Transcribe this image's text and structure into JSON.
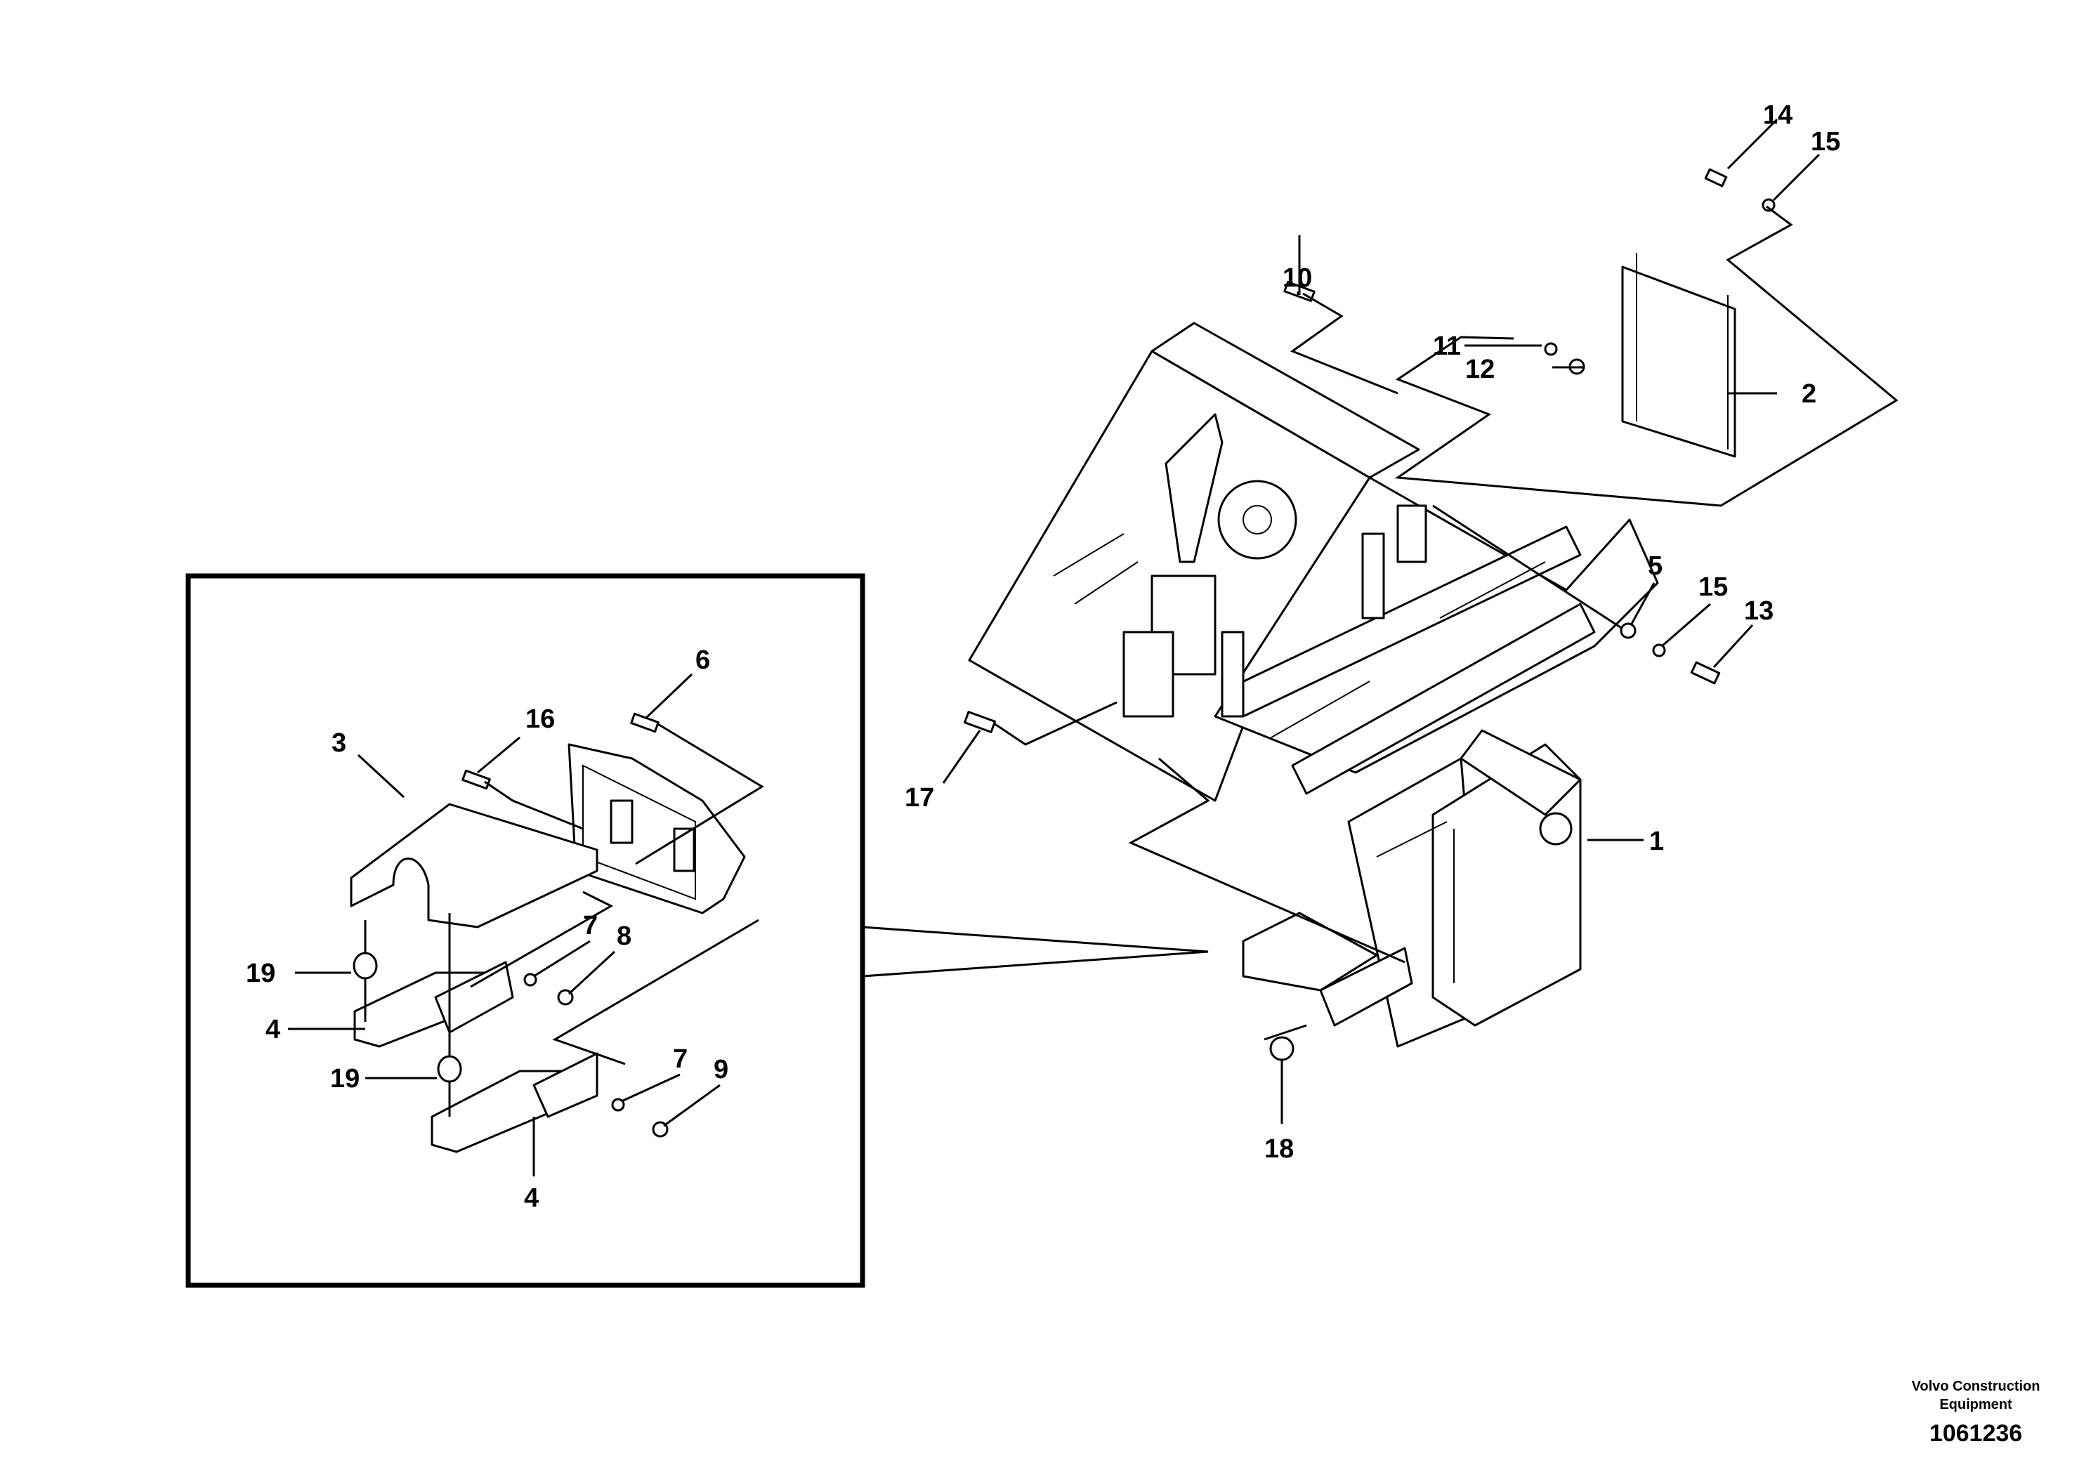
{
  "callouts": [
    {
      "id": "1",
      "text": "1"
    },
    {
      "id": "2",
      "text": "2"
    },
    {
      "id": "3",
      "text": "3"
    },
    {
      "id": "4a",
      "text": "4"
    },
    {
      "id": "4b",
      "text": "4"
    },
    {
      "id": "5",
      "text": "5"
    },
    {
      "id": "6",
      "text": "6"
    },
    {
      "id": "7a",
      "text": "7"
    },
    {
      "id": "7b",
      "text": "7"
    },
    {
      "id": "8",
      "text": "8"
    },
    {
      "id": "9",
      "text": "9"
    },
    {
      "id": "10",
      "text": "10"
    },
    {
      "id": "11",
      "text": "11"
    },
    {
      "id": "12",
      "text": "12"
    },
    {
      "id": "13",
      "text": "13"
    },
    {
      "id": "14",
      "text": "14"
    },
    {
      "id": "15a",
      "text": "15"
    },
    {
      "id": "15b",
      "text": "15"
    },
    {
      "id": "16",
      "text": "16"
    },
    {
      "id": "17",
      "text": "17"
    },
    {
      "id": "18",
      "text": "18"
    },
    {
      "id": "19a",
      "text": "19"
    },
    {
      "id": "19b",
      "text": "19"
    }
  ],
  "footer": {
    "brand_line1": "Volvo Construction",
    "brand_line2": "Equipment",
    "doc_number": "1061236"
  }
}
